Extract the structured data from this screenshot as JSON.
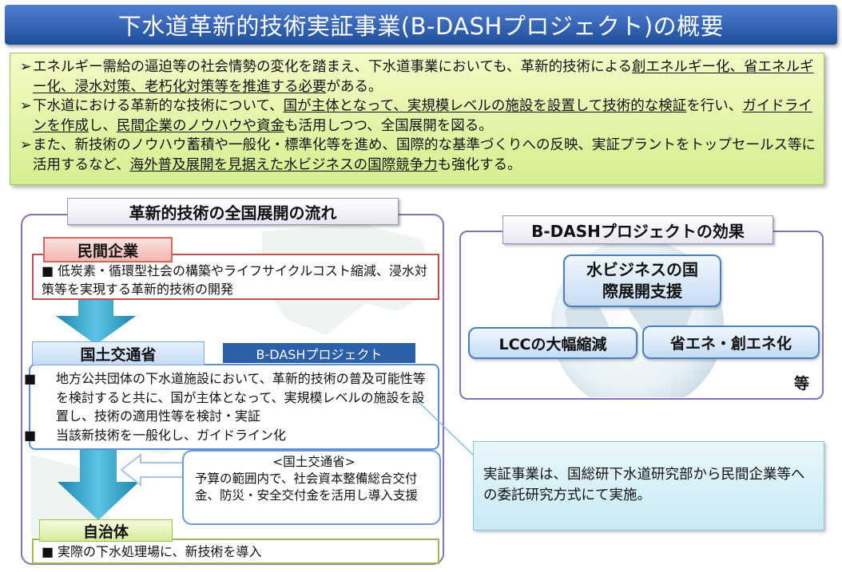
{
  "title": "下水道革新的技術実証事業(B-DASHプロジェクト)の概要",
  "summary": {
    "bullet": "➢",
    "items": [
      {
        "segments": [
          {
            "text": "エネルギー需給の逼迫等の社会情勢の変化を踏まえ、下水道事業においても、革新的技術による",
            "u": false
          },
          {
            "text": "創エネルギー化、省エネルギー化、浸水対策、老朽化対策等を推進する必要",
            "u": true
          },
          {
            "text": "がある。",
            "u": false
          }
        ]
      },
      {
        "segments": [
          {
            "text": "下水道における革新的な技術について、",
            "u": false
          },
          {
            "text": "国が主体となって、実規模レベルの施設を設置して技術的な検証",
            "u": true
          },
          {
            "text": "を行い、",
            "u": false
          },
          {
            "text": "ガイドラインを作成",
            "u": true
          },
          {
            "text": "し、",
            "u": false
          },
          {
            "text": "民間企業のノウハウや資金",
            "u": true
          },
          {
            "text": "も活用しつつ、全国展開を図る。",
            "u": false
          }
        ]
      },
      {
        "segments": [
          {
            "text": "また、新技術のノウハウ蓄積や一般化・標準化等を進め、国際的な基準づくりへの反映、実証プラントをトップセールス等に活用するなど、",
            "u": false
          },
          {
            "text": "海外普及展開を見据えた水ビジネスの国際競争力",
            "u": true
          },
          {
            "text": "も強化する。",
            "u": false
          }
        ]
      }
    ]
  },
  "flow": {
    "title": "革新的技術の全国展開の流れ",
    "minkan": {
      "label": "民間企業",
      "text": "低炭素・循環型社会の構築やライフサイクルコスト縮減、浸水対策等を実現する革新的技術の開発"
    },
    "mlit": {
      "label": "国土交通省",
      "tag": "B-DASHプロジェクト",
      "items": [
        "地方公共団体の下水道施設において、革新的技術の普及可能性等を検討すると共に、国が主体となって、実規模レベルの施設を設置し、技術の適用性等を検討・実証",
        "当該新技術を一般化し、ガイドライン化"
      ]
    },
    "support": {
      "title": "<国土交通省>",
      "text": "予算の範囲内で、社会資本整備総合交付金、防災・安全交付金を活用し導入支援"
    },
    "jichitai": {
      "label": "自治体",
      "text": "実際の下水処理場に、新技術を導入"
    },
    "square": "■"
  },
  "callout": {
    "text": "実証事業は、国総研下水道研究部から民間企業等への委託研究方式にて実施。"
  },
  "effects": {
    "title": "B-DASHプロジェクトの効果",
    "water_business": "水ビジネスの国際展開支援",
    "lcc": "LCCの大幅縮減",
    "energy": "省エネ・創エネ化",
    "etc": "等"
  },
  "colors": {
    "title_bar": "#2a5caa",
    "summary_bg": "#dff2a8",
    "panel_border": "#8a70b5",
    "minkan_border": "#c0504d",
    "mlit_border": "#5b8fd0",
    "jichitai_border": "#9bbb59",
    "arrow": "#2e9bc4",
    "bdash_tag": "#2b5fa8"
  }
}
